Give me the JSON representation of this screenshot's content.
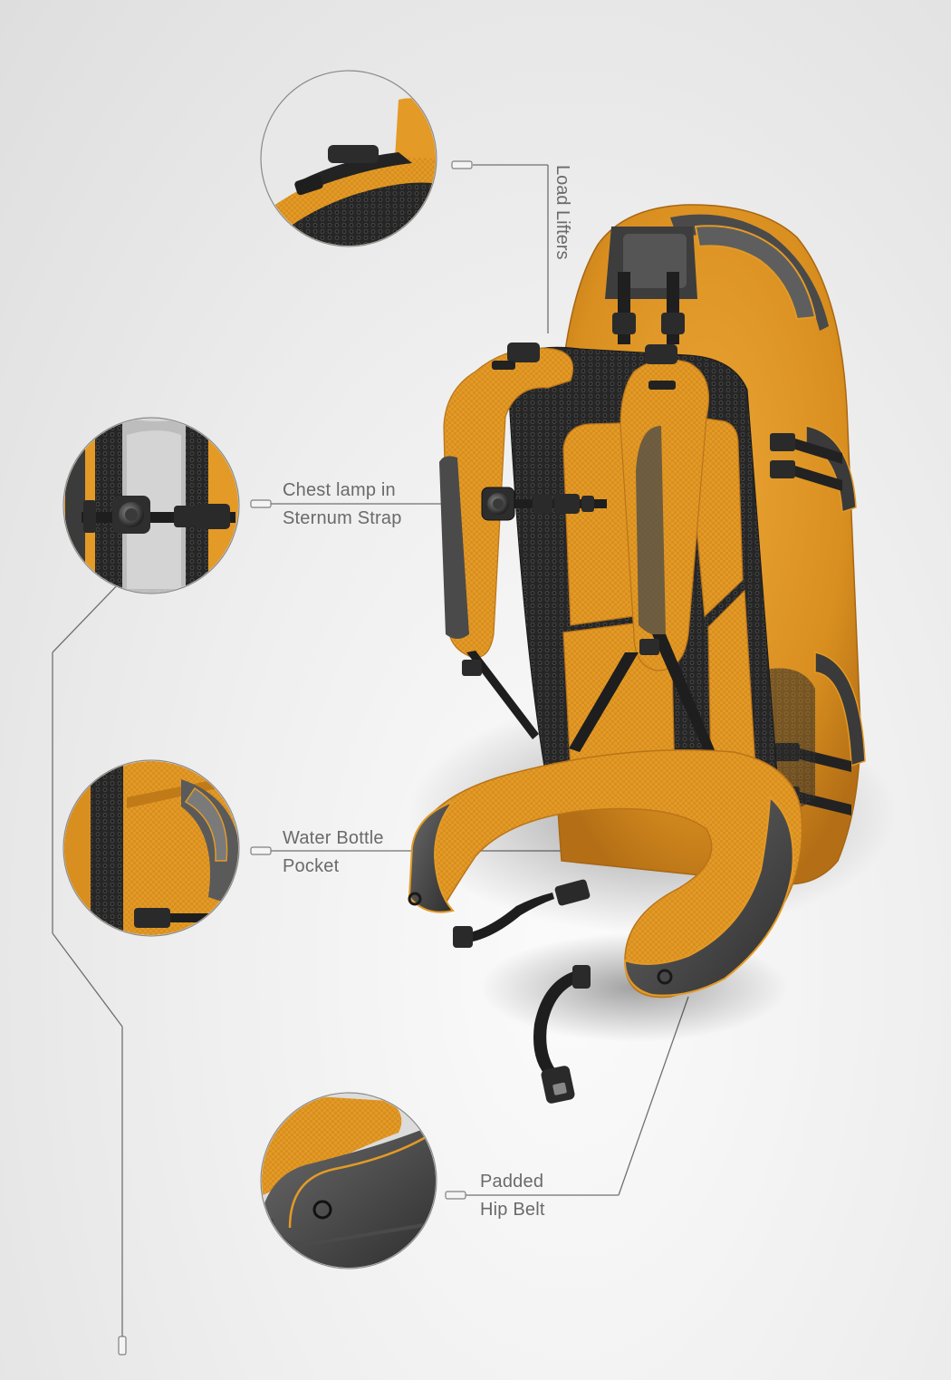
{
  "diagram": {
    "subject": "Hiking backpack feature illustration",
    "colors": {
      "orange": "#e39a26",
      "orange_dark": "#b9741a",
      "charcoal": "#3b3b3b",
      "charcoal_light": "#5a5a5a",
      "mesh": "#2c2c2c",
      "line": "#707070",
      "background": "#ebebeb"
    },
    "callouts": [
      {
        "id": "load-lifters",
        "lines": [
          "Load Lifters"
        ],
        "orientation": "vertical"
      },
      {
        "id": "chest-lamp",
        "lines": [
          "Chest lamp in",
          "Sternum Strap"
        ],
        "orientation": "horizontal"
      },
      {
        "id": "water-bottle",
        "lines": [
          "Water Bottle",
          "Pocket"
        ],
        "orientation": "horizontal"
      },
      {
        "id": "hip-belt",
        "lines": [
          "Padded",
          "Hip Belt"
        ],
        "orientation": "horizontal"
      }
    ],
    "detail_circles": [
      {
        "id": "load-lifters-detail",
        "depicts": "shoulder strap buckle over hex mesh"
      },
      {
        "id": "chest-lamp-detail",
        "depicts": "chest lamp on sternum strap with buckle"
      },
      {
        "id": "water-bottle-detail",
        "depicts": "side mesh water bottle pocket"
      },
      {
        "id": "hip-belt-detail",
        "depicts": "padded hip belt end with grommet"
      }
    ]
  }
}
